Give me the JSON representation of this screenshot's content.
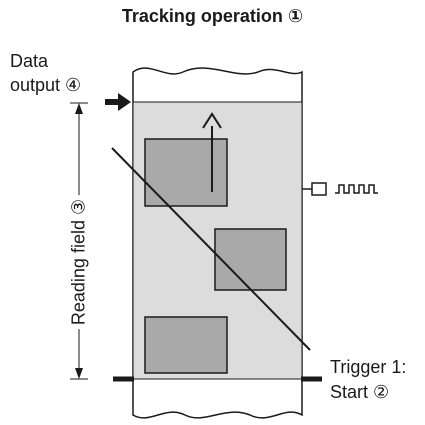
{
  "title": "Tracking operation ①",
  "data_output": {
    "line1": "Data",
    "line2": "output ④"
  },
  "reading_field": "Reading field ③",
  "trigger": {
    "line1": "Trigger 1:",
    "line2": "Start ②"
  },
  "colors": {
    "reading_field_fill": "#dcdcdc",
    "box_fill": "#a9a9a9",
    "stroke": "#1a1a1a"
  },
  "icons": [
    "arrow-right-icon",
    "arrow-up-icon",
    "sensor-icon",
    "pulse-signal-icon"
  ]
}
